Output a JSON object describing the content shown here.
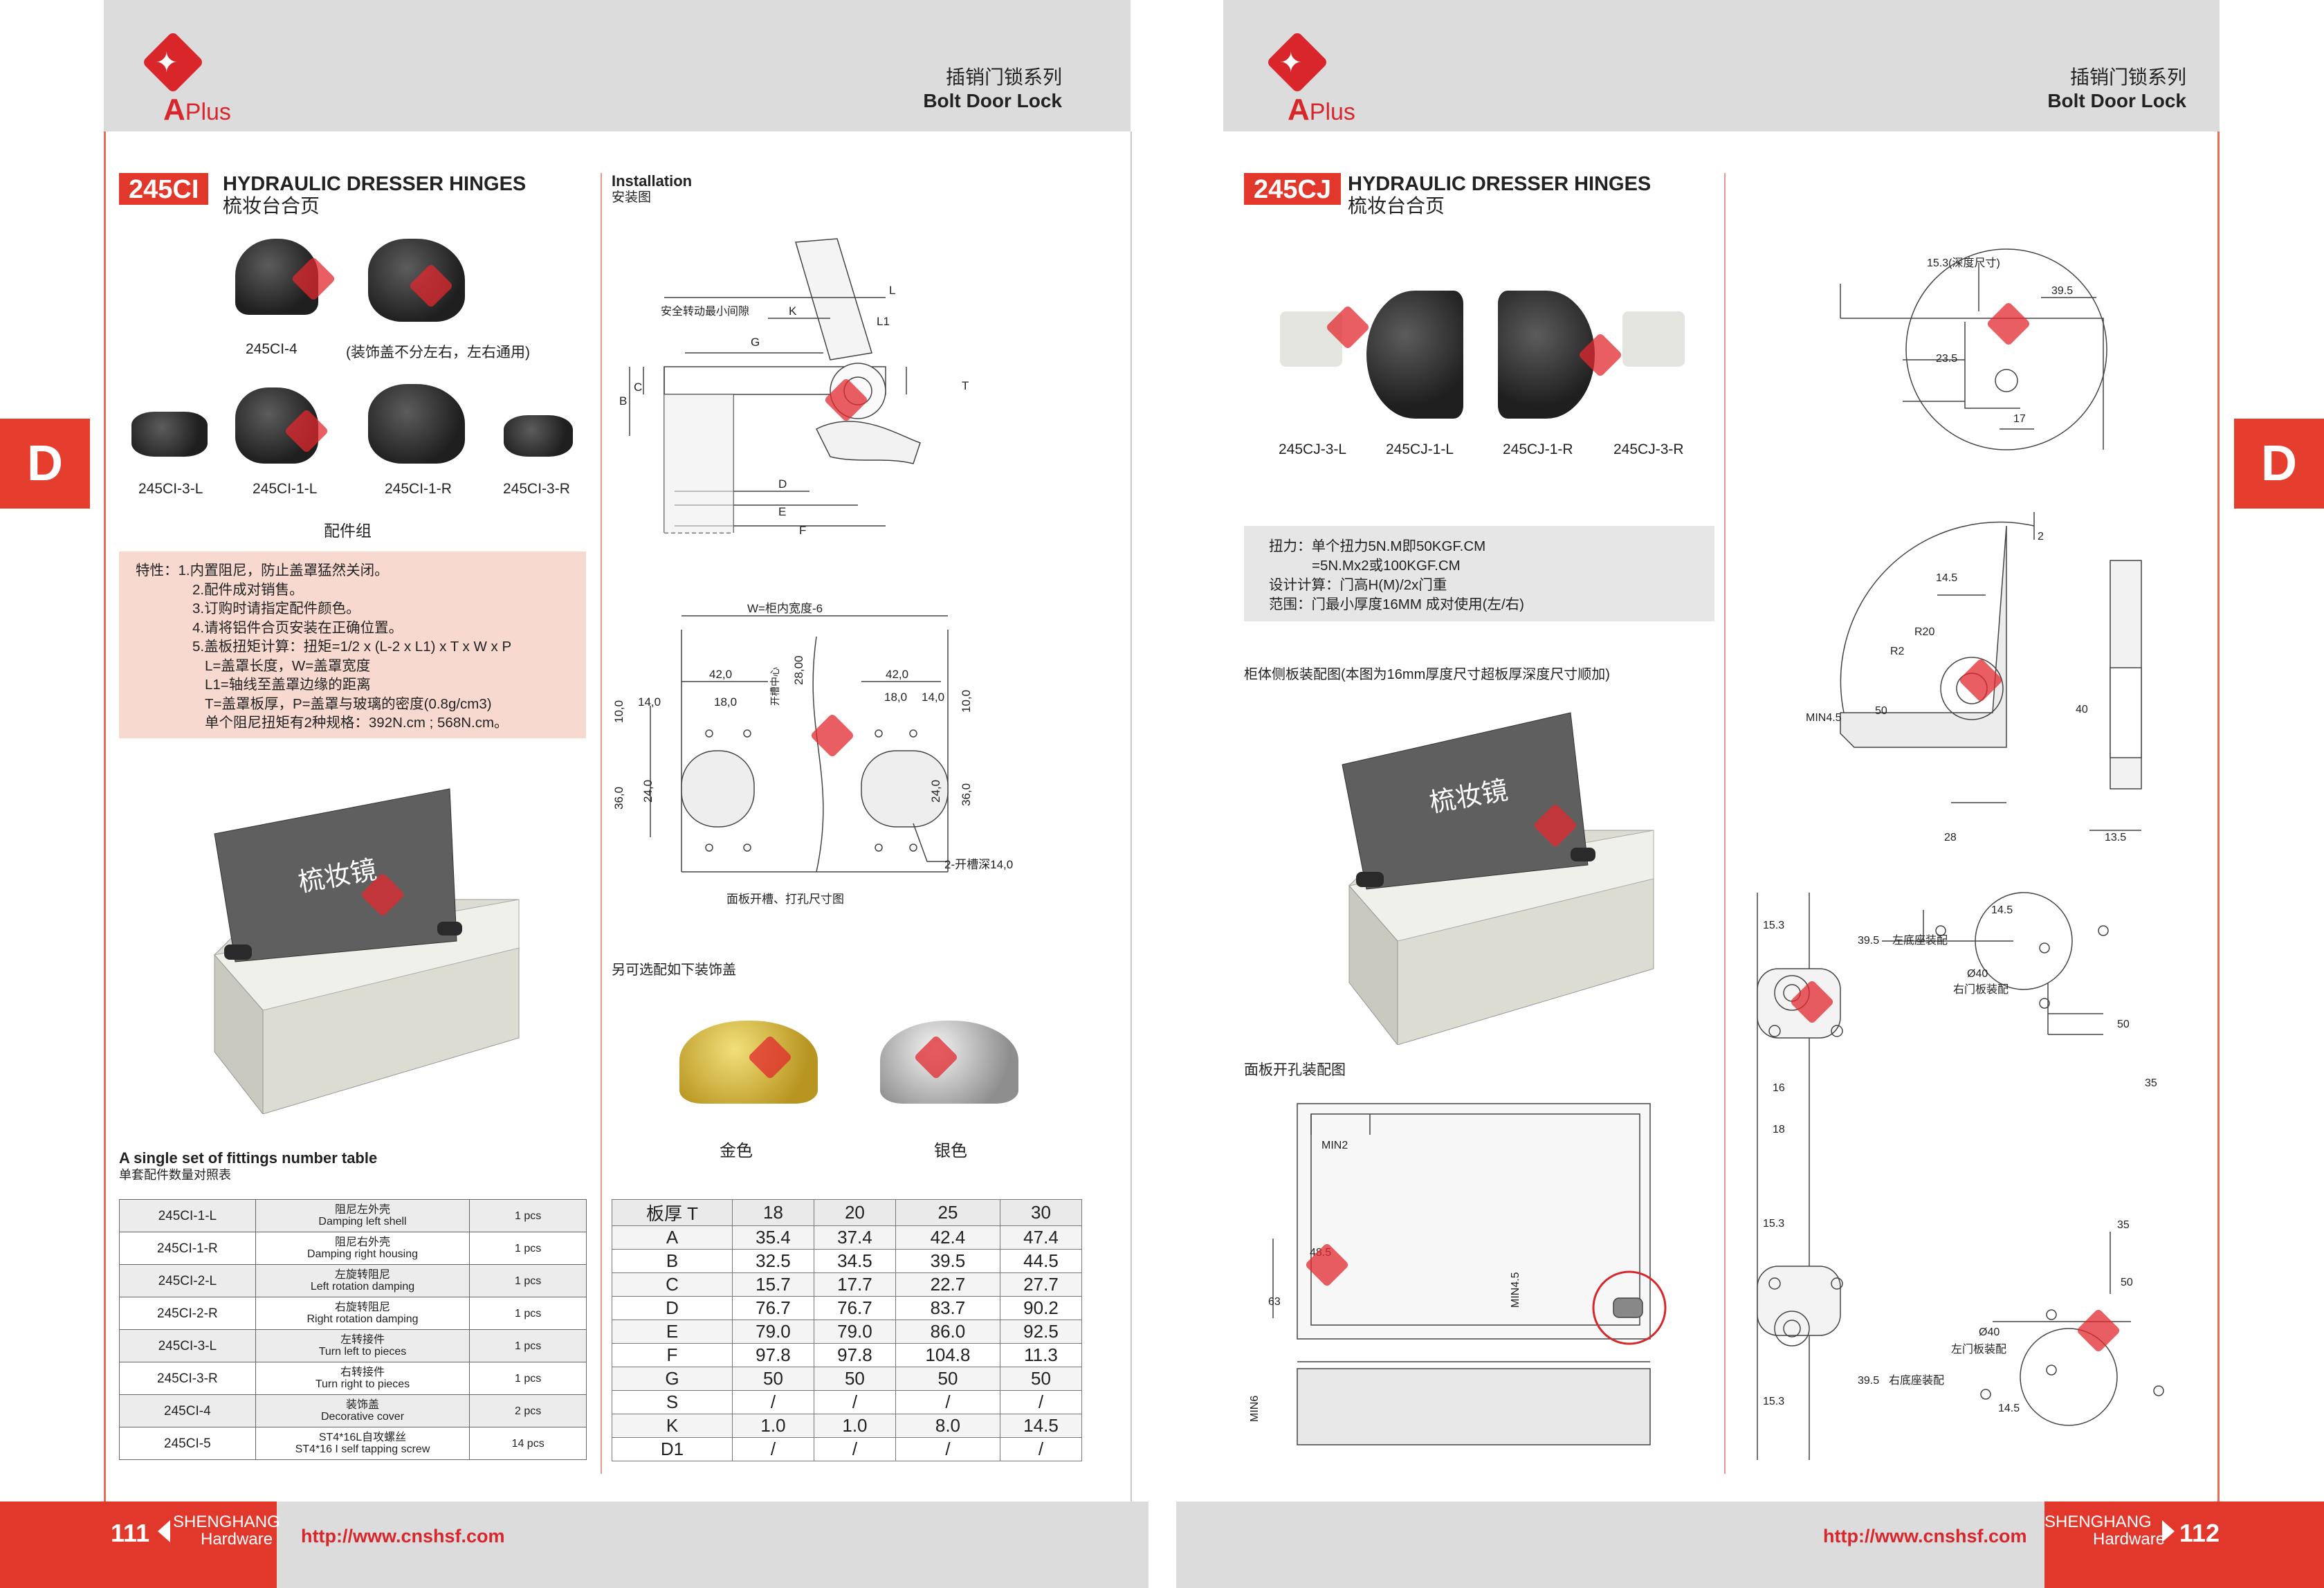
{
  "left_page": {
    "series_cn": "插销门锁系列",
    "series_en": "Bolt Door Lock",
    "side_tab": "D",
    "code": "245CI",
    "title_en": "HYDRAULIC DRESSER HINGES",
    "title_cn": "梳妆台合页",
    "parts": [
      {
        "label": "245CI-4"
      },
      {
        "label": "(装饰盖不分左右，左右通用)"
      },
      {
        "label": "245CI-3-L"
      },
      {
        "label": "245CI-1-L"
      },
      {
        "label": "245CI-1-R"
      },
      {
        "label": "245CI-3-R"
      }
    ],
    "parts_group": "配件组",
    "features": [
      "特性：1.内置阻尼，防止盖罩猛然关闭。",
      "2.配件成对销售。",
      "3.订购时请指定配件颜色。",
      "4.请将铝件合页安装在正确位置。",
      "5.盖板扭矩计算：扭矩=1/2 x (L-2 x L1) x T x W x P",
      "L=盖罩长度，W=盖罩宽度",
      "L1=轴线至盖罩边缘的距离",
      "T=盖罩板厚，P=盖罩与玻璃的密度(0.8g/cm3)",
      "单个阻尼扭矩有2种规格：392N.cm ; 568N.cm。"
    ],
    "mirror_text": "梳妆镜",
    "fit_table_title_en": "A single set of fittings number table",
    "fit_table_title_cn": "单套配件数量对照表",
    "fit_table": [
      {
        "code": "245CI-1-L",
        "cn": "阻尼左外壳",
        "en": "Damping left shell",
        "qty": "1 pcs"
      },
      {
        "code": "245CI-1-R",
        "cn": "阻尼右外壳",
        "en": "Damping right housing",
        "qty": "1 pcs"
      },
      {
        "code": "245CI-2-L",
        "cn": "左旋转阻尼",
        "en": "Left rotation damping",
        "qty": "1 pcs"
      },
      {
        "code": "245CI-2-R",
        "cn": "右旋转阻尼",
        "en": "Right rotation damping",
        "qty": "1 pcs"
      },
      {
        "code": "245CI-3-L",
        "cn": "左转接件",
        "en": "Turn left to pieces",
        "qty": "1 pcs"
      },
      {
        "code": "245CI-3-R",
        "cn": "右转接件",
        "en": "Turn right to pieces",
        "qty": "1 pcs"
      },
      {
        "code": "245CI-4",
        "cn": "装饰盖",
        "en": "Decorative cover",
        "qty": "2 pcs"
      },
      {
        "code": "245CI-5",
        "cn": "ST4*16L自攻螺丝",
        "en": "ST4*16 I self tapping screw",
        "qty": "14 pcs"
      }
    ],
    "installation_en": "Installation",
    "installation_cn": "安装图",
    "install_labels": {
      "gap": "安全转动最小间隙",
      "K": "K",
      "L": "L",
      "L1": "L1",
      "G": "G",
      "B": "B",
      "C": "C",
      "T": "T",
      "D": "D",
      "E": "E",
      "F": "F"
    },
    "panel_labels": {
      "w": "W=柜内宽度-6",
      "d42a": "42,0",
      "d42b": "42,0",
      "center": "开槽中心",
      "d28": "28,00",
      "d14a": "14,0",
      "d18a": "18,0",
      "d18b": "18,0",
      "d14b": "14,0",
      "d10a": "10,0",
      "d10b": "10,0",
      "d36a": "36,0",
      "d24a": "24,0",
      "d24b": "24,0",
      "d36b": "36,0",
      "groove": "2-开槽深14,0",
      "caption": "面板开槽、打孔尺寸图"
    },
    "covers_title": "另可选配如下装饰盖",
    "covers": [
      "金色",
      "银色"
    ],
    "dim_table": {
      "header": [
        "板厚 T",
        "18",
        "20",
        "25",
        "30"
      ],
      "rows": [
        [
          "A",
          "35.4",
          "37.4",
          "42.4",
          "47.4"
        ],
        [
          "B",
          "32.5",
          "34.5",
          "39.5",
          "44.5"
        ],
        [
          "C",
          "15.7",
          "17.7",
          "22.7",
          "27.7"
        ],
        [
          "D",
          "76.7",
          "76.7",
          "83.7",
          "90.2"
        ],
        [
          "E",
          "79.0",
          "79.0",
          "86.0",
          "92.5"
        ],
        [
          "F",
          "97.8",
          "97.8",
          "104.8",
          "11.3"
        ],
        [
          "G",
          "50",
          "50",
          "50",
          "50"
        ],
        [
          "S",
          "/",
          "/",
          "/",
          "/"
        ],
        [
          "K",
          "1.0",
          "1.0",
          "8.0",
          "14.5"
        ],
        [
          "D1",
          "/",
          "/",
          "/",
          "/"
        ]
      ]
    },
    "page_number": "111",
    "brand_1": "SHENGHANG",
    "brand_2": "Hardware",
    "url": "http://www.cnshsf.com"
  },
  "right_page": {
    "series_cn": "插销门锁系列",
    "series_en": "Bolt Door Lock",
    "side_tab": "D",
    "code": "245CJ",
    "title_en": "HYDRAULIC DRESSER HINGES",
    "title_cn": "梳妆台合页",
    "parts": [
      {
        "label": "245CJ-3-L"
      },
      {
        "label": "245CJ-1-L"
      },
      {
        "label": "245CJ-1-R"
      },
      {
        "label": "245CJ-3-R"
      }
    ],
    "specs": [
      "扭力：单个扭力5N.M即50KGF.CM",
      "=5N.Mx2或100KGF.CM",
      "设计计算：门高H(M)/2x门重",
      "范围：门最小厚度16MM  成对使用(左/右)"
    ],
    "side_panel_caption": "柜体侧板装配图(本图为16mm厚度尺寸超板厚深度尺寸顺加)",
    "mirror_text": "梳妆镜",
    "panel_caption": "面板开孔装配图",
    "panel_labels": {
      "min2": "MIN2",
      "d485": "48.5",
      "d63": "63",
      "min45": "MIN4.5",
      "min6": "MIN6"
    },
    "detail_labels": {
      "depth": "15.3(深度尺寸)",
      "d395": "39.5",
      "d235": "23.5",
      "d17": "17",
      "d2": "2",
      "d145": "14.5",
      "r20": "R20",
      "r2": "R2",
      "min45": "MIN4.5",
      "d50": "50",
      "d40": "40",
      "d28": "28",
      "d135": "13.5"
    },
    "bottom_labels": {
      "d153a": "15.3",
      "d395a": "39.5",
      "left_base": "左底座装配",
      "d145a": "14.5",
      "phi40a": "Ø40",
      "right_panel": "右门板装配",
      "d50a": "50",
      "d35a": "35",
      "d16": "16",
      "d18": "18",
      "d153b": "15.3",
      "d35b": "35",
      "d50b": "50",
      "phi40b": "Ø40",
      "left_panel": "左门板装配",
      "d153c": "15.3",
      "d395b": "39.5",
      "right_base": "右底座装配",
      "d145b": "14.5"
    },
    "page_number": "112",
    "brand_1": "SHENGHANG",
    "brand_2": "Hardware",
    "url": "http://www.cnshsf.com"
  },
  "colors": {
    "accent": "#e2382c",
    "band": "#dcdcdc",
    "feature_bg": "#f7d9d0",
    "spec_bg": "#e6e6e6"
  }
}
